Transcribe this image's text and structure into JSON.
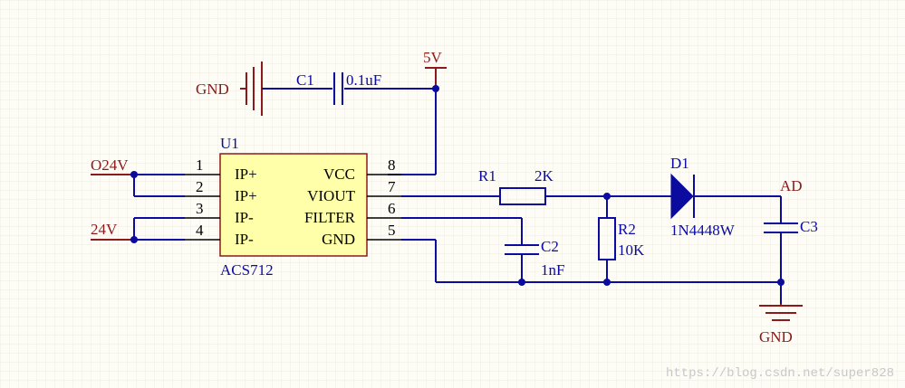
{
  "u1": {
    "designator": "U1",
    "part": "ACS712",
    "pins": [
      {
        "num": "1",
        "name": "IP+"
      },
      {
        "num": "2",
        "name": "IP+"
      },
      {
        "num": "3",
        "name": "IP-"
      },
      {
        "num": "4",
        "name": "IP-"
      },
      {
        "num": "8",
        "name": "VCC"
      },
      {
        "num": "7",
        "name": "VIOUT"
      },
      {
        "num": "6",
        "name": "FILTER"
      },
      {
        "num": "5",
        "name": "GND"
      }
    ]
  },
  "c1": {
    "designator": "C1",
    "value": "0.1uF"
  },
  "r1": {
    "designator": "R1",
    "value": "2K"
  },
  "r2": {
    "designator": "R2",
    "value": "10K"
  },
  "c2": {
    "designator": "C2",
    "value": "1nF"
  },
  "c3": {
    "designator": "C3"
  },
  "d1": {
    "designator": "D1",
    "value": "1N4448W"
  },
  "nets": {
    "gnd_left": "GND",
    "vcc": "5V",
    "o24v": "O24V",
    "v24": "24V",
    "ad": "AD",
    "gnd_bottom": "GND"
  },
  "watermark": "https://blog.csdn.net/super828",
  "colors": {
    "background": "#fdfcf6",
    "wire": "#0b0ba0",
    "net_label": "#8b1a1a",
    "component_body": "#ffffaa"
  }
}
